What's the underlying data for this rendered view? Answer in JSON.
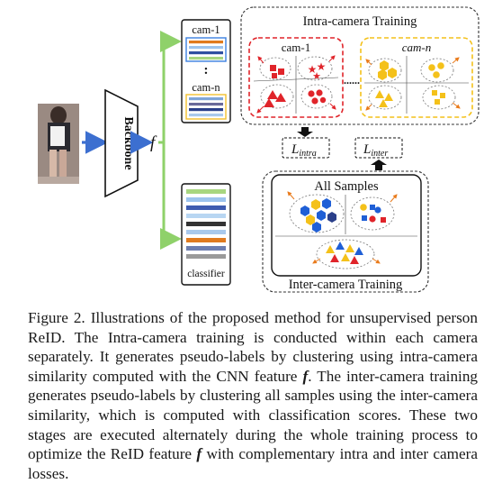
{
  "diagram": {
    "backbone_label": "Backbone",
    "feature_symbol": "f",
    "cam_top_label": "cam-1",
    "cam_dots": ":",
    "cam_bottom_label": "cam-n",
    "classifier_label": "classifier",
    "intra_title": "Intra-camera Training",
    "intra_cam1_label": "cam-1",
    "intra_camn_label": "cam-n",
    "intra_ellipsis": "......",
    "loss_intra_symbol": "L",
    "loss_intra_sub": "intra",
    "loss_inter_symbol": "L",
    "loss_inter_sub": "inter",
    "all_samples_label": "All Samples",
    "inter_title": "Inter-camera Training",
    "colors": {
      "arrow_blue": "#3c6fd0",
      "branch_green": "#8fd16a",
      "red": "#e0242a",
      "yellow": "#f4c11a",
      "blue": "#1f5fd6",
      "dark_navy": "#1f2f8f"
    }
  },
  "caption": {
    "seg1": "Figure 2. Illustrations of the proposed method for unsupervised person ReID. The Intra-camera training is conducted within each camera separately.  It generates pseudo-labels by clustering using intra-camera similarity computed with the CNN feature ",
    "f1": "f",
    "seg2": ". The inter-camera training generates pseudo-labels by clustering all samples using the inter-camera similarity, which is computed with classification scores.  These two stages are executed alternately during the whole training process to optimize the ReID feature ",
    "f2": "f",
    "seg3": " with complementary intra and inter camera losses."
  }
}
